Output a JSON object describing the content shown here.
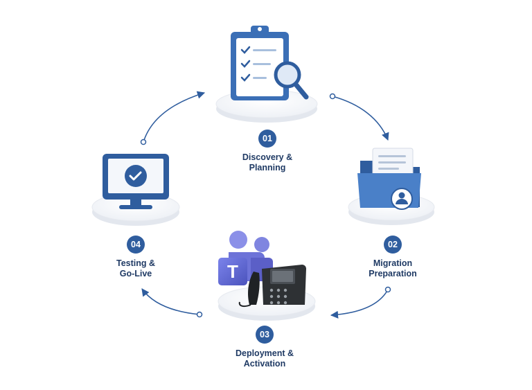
{
  "diagram": {
    "steps": [
      {
        "num": "01",
        "line1": "Discovery &",
        "line2": "Planning",
        "icon": "clipboard-checklist-magnifier-icon"
      },
      {
        "num": "02",
        "line1": "Migration",
        "line2": "Preparation",
        "icon": "folder-user-icon"
      },
      {
        "num": "03",
        "line1": "Deployment &",
        "line2": "Activation",
        "icon": "teams-desk-phone-icon"
      },
      {
        "num": "04",
        "line1": "Testing &",
        "line2": "Go-Live",
        "icon": "monitor-check-icon"
      }
    ],
    "teams_letter": "T",
    "colors": {
      "primary": "#2f5d9e",
      "icon_blue": "#3b6fb6",
      "arrow": "#2f5d9e",
      "teams_purple": "#5b5fc7",
      "phone_dark": "#2e3134"
    }
  }
}
